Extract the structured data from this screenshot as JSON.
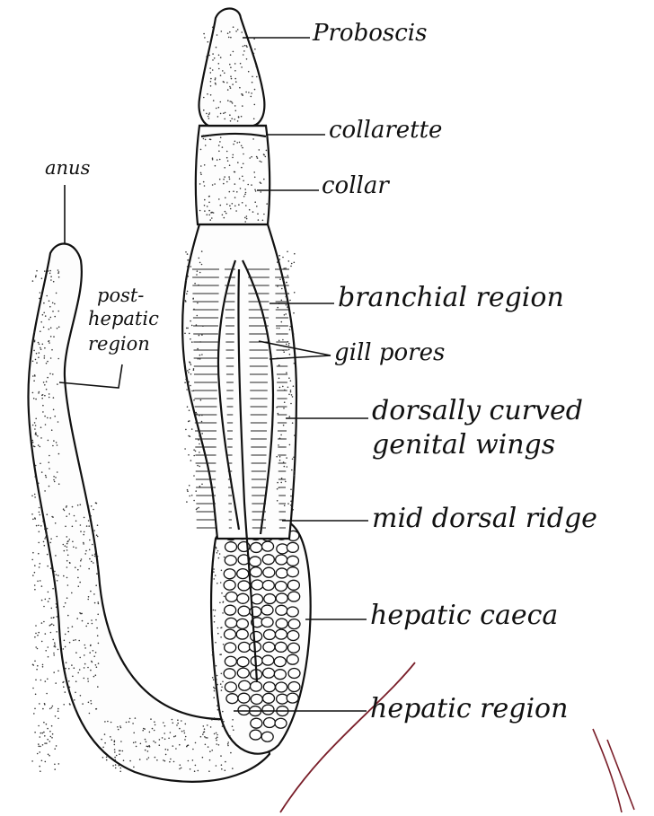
{
  "labels": {
    "proboscis": "Proboscis",
    "collarette": "collarette",
    "collar": "collar",
    "branchial_region": "branchial region",
    "gill_pores": "gill pores",
    "genital_wings_1": "dorsally curved",
    "genital_wings_2": "genital wings",
    "mid_dorsal_ridge": "mid dorsal ridge",
    "hepatic_caeca": "hepatic caeca",
    "hepatic_region": "hepatic region",
    "anus": "anus",
    "post_hepatic_1": "post-",
    "post_hepatic_2": "hepatic",
    "post_hepatic_3": "region"
  },
  "colors": {
    "ink": "#111111",
    "annotation_pen": "#7a1f2a",
    "paper": "#ffffff"
  }
}
